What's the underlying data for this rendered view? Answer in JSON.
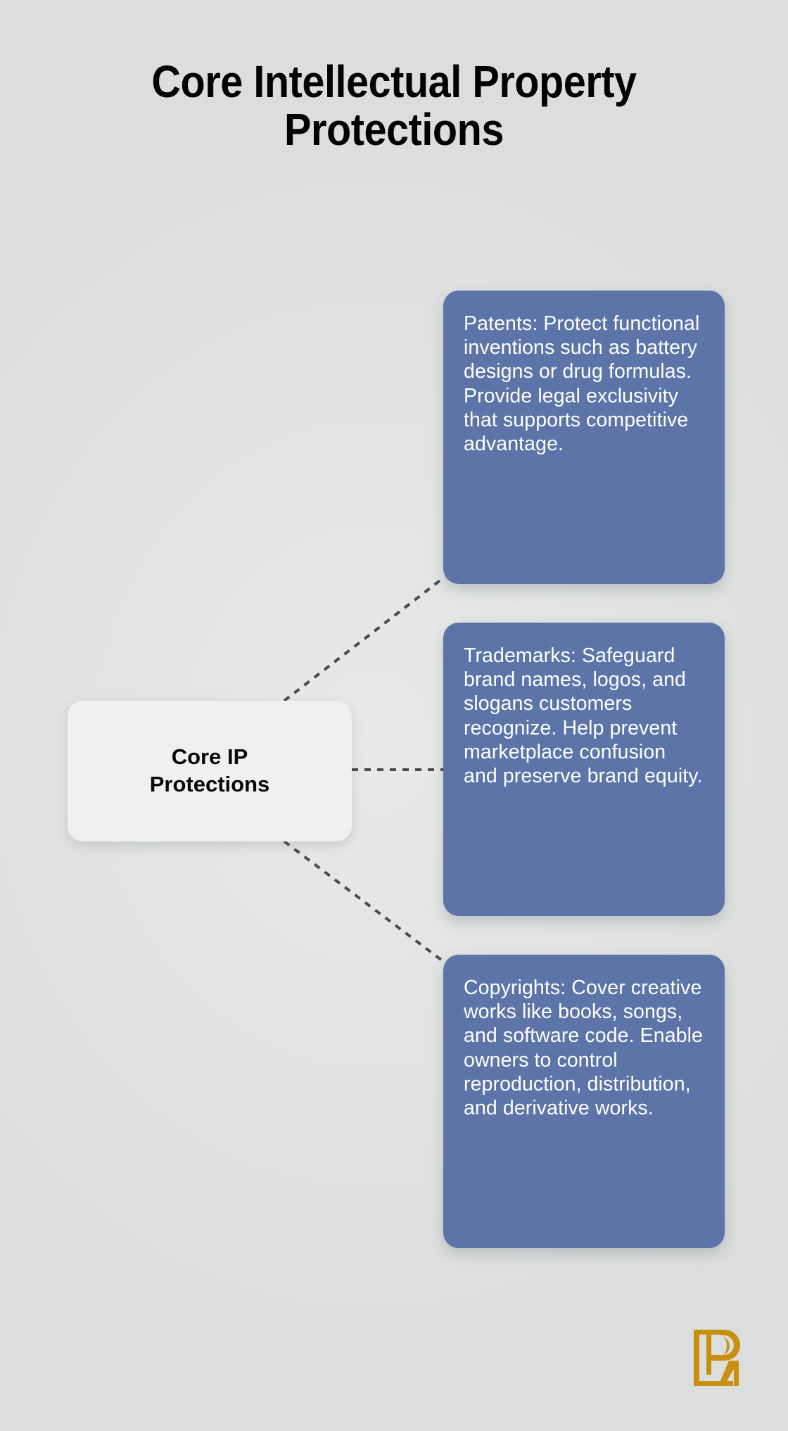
{
  "page": {
    "title": "Core Intellectual Property\nProtections",
    "background_color": "#dfe1e0"
  },
  "diagram": {
    "type": "mind-map",
    "center_node": {
      "label": "Core IP\nProtections",
      "background_color": "#eef0f1",
      "text_color": "#070707"
    },
    "branch_color": "#5c74a8",
    "branch_text_color": "#ffffff",
    "connector_color": "#4a4a4a",
    "connector_style": "dashed",
    "branches": [
      {
        "key": "patents",
        "text": "Patents: Protect functional inventions such as battery designs or drug formulas. Provide legal exclusivity that supports competitive advantage."
      },
      {
        "key": "trademarks",
        "text": "Trademarks: Safeguard brand names, logos, and slogans customers recognize. Help prevent marketplace confusion and preserve brand equity."
      },
      {
        "key": "copyrights",
        "text": "Copyrights: Cover creative works like books, songs, and software code. Enable owners to control reproduction, distribution, and derivative works."
      }
    ]
  },
  "logo": {
    "name": "pl-monogram-logo",
    "color": "#c8900e"
  }
}
